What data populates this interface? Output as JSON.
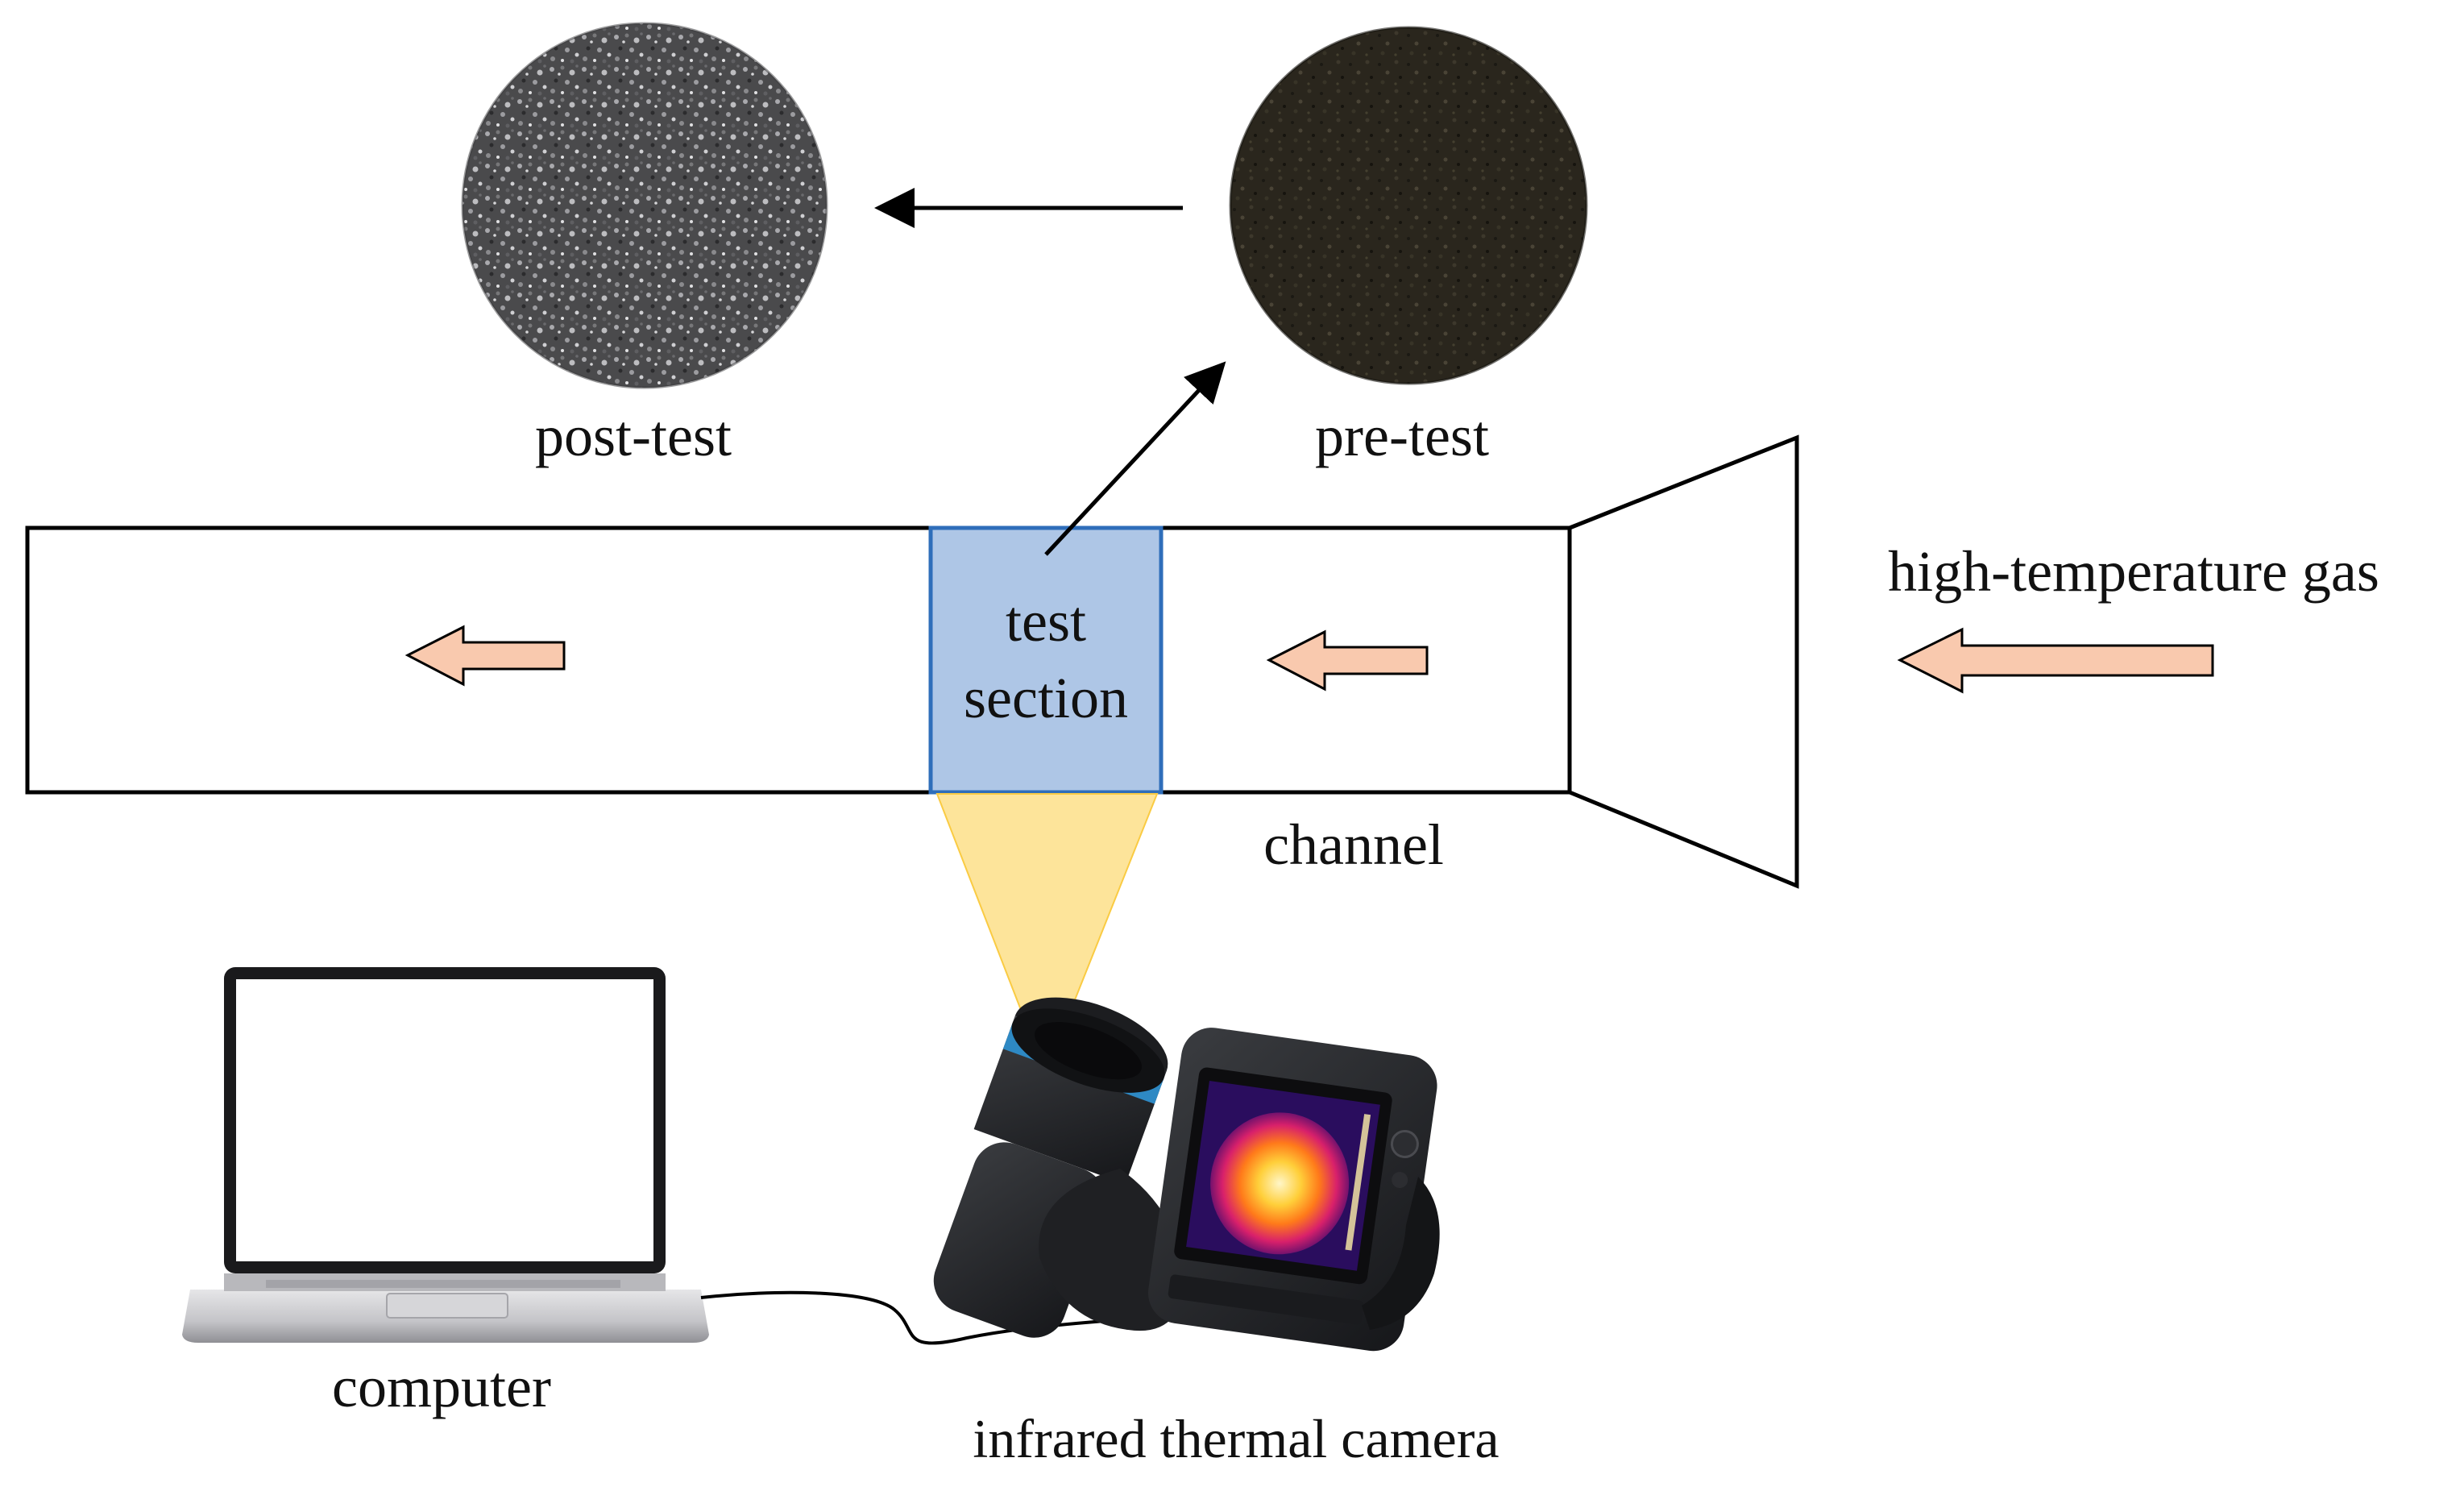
{
  "labels": {
    "post_test": "post-test",
    "pre_test": "pre-test",
    "high_temperature_gas": "high-temperature gas",
    "test_section_line1": "test",
    "test_section_line2": "section",
    "channel": "channel",
    "computer": "computer",
    "infrared_thermal_camera": "infrared thermal camera"
  },
  "colors": {
    "flow_arrow_fill": "#F9C9AE",
    "test_section_fill": "#AEC6E6",
    "test_section_border": "#2F6EBA",
    "camera_view_cone": "#FDE49A",
    "outline": "#000000"
  },
  "icons": {
    "post_test_sample": "granular-grey-disc",
    "pre_test_sample": "dark-brown-disc",
    "computer": "laptop-icon",
    "camera": "thermal-camera-icon"
  }
}
